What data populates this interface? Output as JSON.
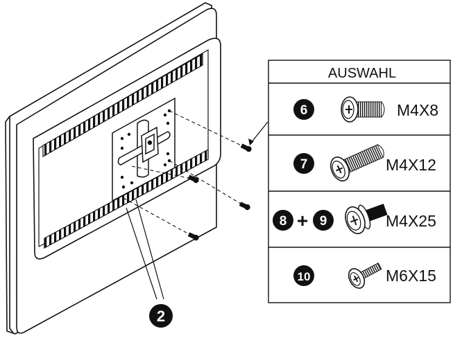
{
  "callout": {
    "number": "2"
  },
  "screw_table": {
    "header": "AUSWAHL",
    "rows": [
      {
        "badges": [
          "6"
        ],
        "joiner": "",
        "size": "M4X8",
        "icon": "screw-short-icon"
      },
      {
        "badges": [
          "7"
        ],
        "joiner": "",
        "size": "M4X12",
        "icon": "screw-long-icon"
      },
      {
        "badges": [
          "8",
          "9"
        ],
        "joiner": "+",
        "size": "M4X25",
        "icon": "screw-washer-icon"
      },
      {
        "badges": [
          "10"
        ],
        "joiner": "",
        "size": "M6X15",
        "icon": "screw-thin-icon"
      }
    ]
  },
  "colors": {
    "ink": "#111111",
    "badge": "#111111",
    "background": "#ffffff"
  }
}
